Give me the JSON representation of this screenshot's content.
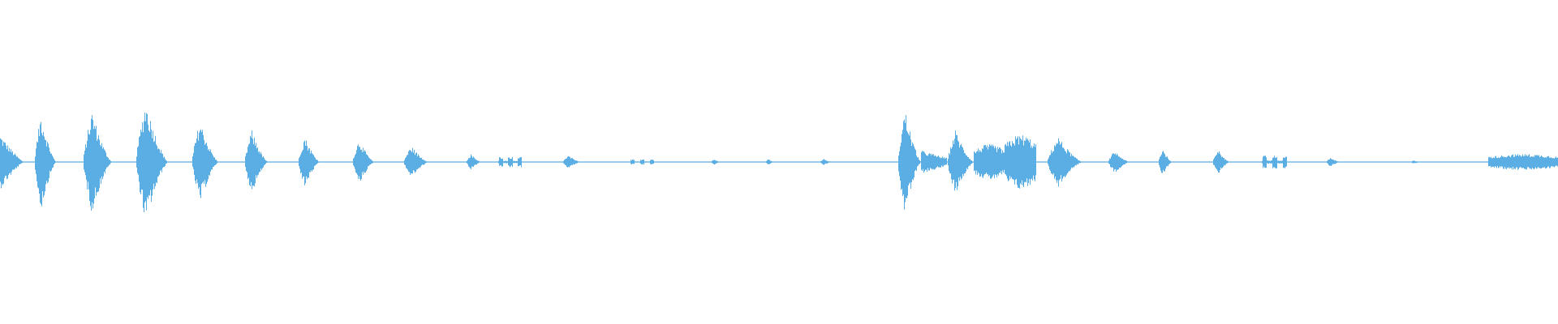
{
  "waveform": {
    "color": "#5AAEE3",
    "background": "#FFFFFF",
    "segments": [
      {
        "start": 0.0,
        "end": 0.015,
        "amplitude": 0.17,
        "shape": "decay"
      },
      {
        "start": 0.022,
        "end": 0.036,
        "amplitude": 0.3,
        "shape": "burst"
      },
      {
        "start": 0.053,
        "end": 0.072,
        "amplitude": 0.32,
        "shape": "burst"
      },
      {
        "start": 0.087,
        "end": 0.108,
        "amplitude": 0.38,
        "shape": "burst"
      },
      {
        "start": 0.123,
        "end": 0.14,
        "amplitude": 0.26,
        "shape": "burst"
      },
      {
        "start": 0.157,
        "end": 0.172,
        "amplitude": 0.2,
        "shape": "burst"
      },
      {
        "start": 0.191,
        "end": 0.205,
        "amplitude": 0.16,
        "shape": "burst"
      },
      {
        "start": 0.226,
        "end": 0.24,
        "amplitude": 0.14,
        "shape": "burst"
      },
      {
        "start": 0.259,
        "end": 0.275,
        "amplitude": 0.1,
        "shape": "burst"
      },
      {
        "start": 0.299,
        "end": 0.309,
        "amplitude": 0.05,
        "shape": "burst"
      },
      {
        "start": 0.32,
        "end": 0.335,
        "amplitude": 0.04,
        "shape": "cluster"
      },
      {
        "start": 0.361,
        "end": 0.373,
        "amplitude": 0.04,
        "shape": "burst"
      },
      {
        "start": 0.404,
        "end": 0.42,
        "amplitude": 0.02,
        "shape": "cluster"
      },
      {
        "start": 0.456,
        "end": 0.462,
        "amplitude": 0.02,
        "shape": "burst"
      },
      {
        "start": 0.491,
        "end": 0.497,
        "amplitude": 0.02,
        "shape": "burst"
      },
      {
        "start": 0.526,
        "end": 0.534,
        "amplitude": 0.02,
        "shape": "burst"
      },
      {
        "start": 0.576,
        "end": 0.591,
        "amplitude": 0.33,
        "shape": "burst"
      },
      {
        "start": 0.591,
        "end": 0.608,
        "amplitude": 0.08,
        "shape": "tail"
      },
      {
        "start": 0.608,
        "end": 0.625,
        "amplitude": 0.2,
        "shape": "burst"
      },
      {
        "start": 0.625,
        "end": 0.645,
        "amplitude": 0.11,
        "shape": "plateau"
      },
      {
        "start": 0.645,
        "end": 0.665,
        "amplitude": 0.17,
        "shape": "plateau"
      },
      {
        "start": 0.672,
        "end": 0.695,
        "amplitude": 0.16,
        "shape": "burst"
      },
      {
        "start": 0.711,
        "end": 0.725,
        "amplitude": 0.07,
        "shape": "burst"
      },
      {
        "start": 0.743,
        "end": 0.752,
        "amplitude": 0.09,
        "shape": "burst"
      },
      {
        "start": 0.778,
        "end": 0.789,
        "amplitude": 0.08,
        "shape": "burst"
      },
      {
        "start": 0.81,
        "end": 0.826,
        "amplitude": 0.05,
        "shape": "cluster"
      },
      {
        "start": 0.851,
        "end": 0.86,
        "amplitude": 0.03,
        "shape": "burst"
      },
      {
        "start": 0.905,
        "end": 0.912,
        "amplitude": 0.01,
        "shape": "burst"
      },
      {
        "start": 0.955,
        "end": 1.0,
        "amplitude": 0.05,
        "shape": "plateau"
      }
    ]
  }
}
